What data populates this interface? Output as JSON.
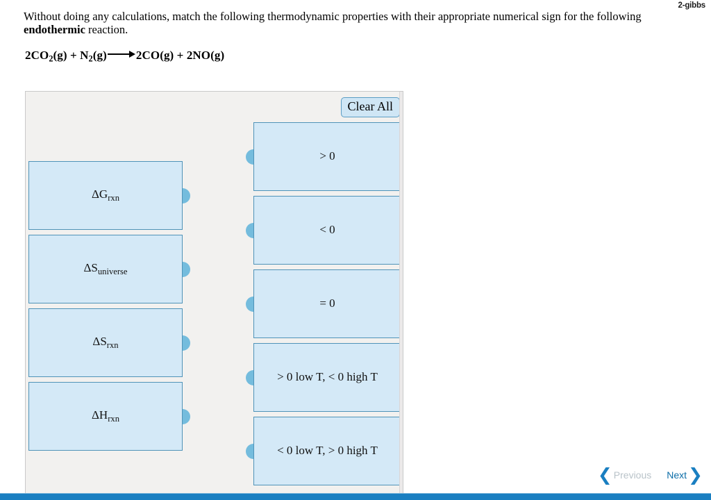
{
  "page": {
    "label": "2-gibbs"
  },
  "prompt": {
    "line1": "Without doing any calculations, match the following thermodynamic properties with their appropriate numerical sign for the following ",
    "emphasis": "endothermic",
    "line2": " reaction.",
    "reaction": {
      "r1_coeff": "2CO",
      "r1_sub": "2",
      "r1_state": "(g)",
      "plus1": " + ",
      "r2_coeff": "N",
      "r2_sub": "2",
      "r2_state": "(g)",
      "p1": "2CO(g)",
      "plus2": " + ",
      "p2": "2NO(g)",
      "full_text": "2CO2(g) + N2(g) ⟶ 2CO(g) + 2NO(g)"
    }
  },
  "panel": {
    "clear_all_label": "Clear All",
    "left_items": [
      {
        "symbol": "ΔG",
        "subscript": "rxn",
        "full": "ΔGrxn"
      },
      {
        "symbol": "ΔS",
        "subscript": "universe",
        "full": "ΔSuniverse"
      },
      {
        "symbol": "ΔS",
        "subscript": "rxn",
        "full": "ΔSrxn"
      },
      {
        "symbol": "ΔH",
        "subscript": "rxn",
        "full": "ΔHrxn"
      }
    ],
    "right_items": [
      {
        "text": "> 0"
      },
      {
        "text": "< 0"
      },
      {
        "text": "= 0"
      },
      {
        "text": "> 0 low T, < 0 high T"
      },
      {
        "text": "< 0 low T, > 0 high T"
      }
    ]
  },
  "nav": {
    "previous_label": "Previous",
    "next_label": "Next",
    "previous_chevron": "❮",
    "next_chevron": "❯"
  },
  "colors": {
    "tile_fill": "#d4e9f7",
    "tile_border": "#4f93b8",
    "nub": "#74bcdd",
    "panel_bg": "#f2f1ef",
    "accent_blue": "#1a7fc1",
    "next_blue": "#0d6ea8",
    "previous_gray": "#b9c3c9"
  }
}
